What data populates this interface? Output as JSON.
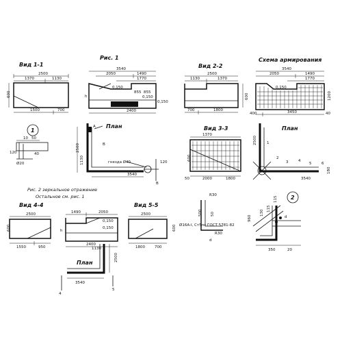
{
  "views": {
    "v11": {
      "title": "Вид 1-1",
      "d_total": "2500",
      "d_a": "1370",
      "d_b": "1130",
      "d_bottom_a": "1500",
      "d_bottom_b": "700",
      "d_height": "600"
    },
    "fig1": {
      "title": "Рис. 1",
      "d_top": "3540",
      "d_a": "2050",
      "d_b": "1490",
      "d_c": "1770",
      "d_0150": "0,150",
      "d_855a": "855",
      "d_855b": "855",
      "d_0150b": "0,150",
      "d_0150c": "0,150",
      "d_bottom": "2400",
      "h_label": "h"
    },
    "v22": {
      "title": "Вид 2-2",
      "d_total": "2500",
      "d_a": "1130",
      "d_b": "1370",
      "d_bottom_a": "700",
      "d_bottom_b": "1800",
      "d_height": "600"
    },
    "scheme": {
      "title": "Схема армирования",
      "d_top": "3540",
      "d_a": "2050",
      "d_b": "1490",
      "d_c": "1770",
      "d_0150": "0,150",
      "d_400": "400",
      "d_1200": "1200",
      "d_3450": "3450",
      "d_40": "40"
    },
    "plan1": {
      "title": "План",
      "d_vert": "2500",
      "d_1130": "1130",
      "d_a": "A",
      "d_b": "B",
      "socket": "гнезда Ø40",
      "d_3540": "3540",
      "d_120": "120"
    },
    "circle1": {
      "num": "1",
      "d_10": "10",
      "d_50": "50",
      "d_120": "120",
      "d_phi": "Ø20",
      "d_40": "40"
    },
    "v33": {
      "title": "Вид 3-3",
      "d_1370": "1370",
      "d_2000": "2000",
      "d_1800": "1800",
      "d_50": "50",
      "d_600": "600"
    },
    "plan2": {
      "title": "План",
      "d_2500": "2500",
      "d_3540": "3540",
      "d_1": "1",
      "d_2": "2",
      "d_3": "3",
      "d_4": "4",
      "d_5": "5",
      "d_6": "6",
      "d_180": "180"
    },
    "fig2": {
      "title": "Рис. 2 зеркальное отражение",
      "subtitle": "Остальное см. рис. 1"
    },
    "v44": {
      "title": "Вид 4-4",
      "d_2500": "2500",
      "d_1550": "1550",
      "d_950": "950",
      "d_height": "600"
    },
    "v44b": {
      "d_1490": "1490",
      "d_2050": "2050",
      "d_0150": "0,150",
      "d_0150b": "0,150",
      "d_2400": "2400",
      "d_h": "h"
    },
    "v55": {
      "title": "Вид 5-5",
      "d_2500": "2500",
      "d_1800": "1800",
      "d_700": "700",
      "d_height": "600"
    },
    "plan3": {
      "title": "План",
      "d_3540": "3540",
      "d_2500": "2500",
      "d_1130": "1130",
      "d_4": "4",
      "d_5": "5"
    },
    "bar": {
      "d_r30": "R30",
      "d_500": "500",
      "d_50": "50",
      "d_r30b": "R30",
      "d_note": "Ø16A-I, Ст5пс ГОСТ 5781-82",
      "d_d": "d"
    },
    "circle2": {
      "num": "2",
      "d_960": "960",
      "d_130": "130",
      "d_115": "115",
      "d_d": "d",
      "d_350": "350",
      "d_20": "20",
      "d_115b": "115"
    }
  }
}
